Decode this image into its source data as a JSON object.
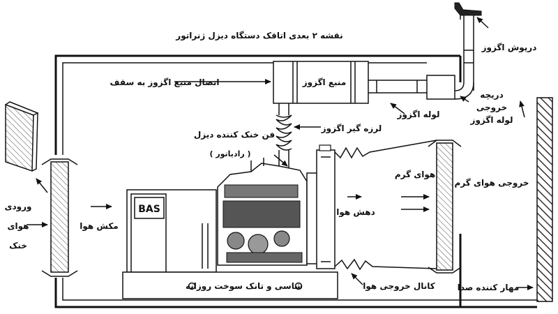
{
  "title": "نقشه ۲ بعدی اتاقک دستگاه دیزل ژنراتور",
  "labels": {
    "rain_cap": "درپوش اگزوز",
    "exhaust_damper_1": "دریچه",
    "exhaust_damper_2": "خروجی",
    "exhaust_damper_3": "لوله اگزوز",
    "muffler": "منبع اگزوز",
    "muffler_ceiling": "اتصال منبع اگزوز به سقف",
    "exhaust_pipe": "لوله اگزوز",
    "flex_bellows": "لرزه گیر اگزوز",
    "radiator_1": "فن خنک کننده دیزل",
    "radiator_2": "( رادیاتور )",
    "hot_air": "هوای گرم",
    "hot_air_out": "خروجی هوای گرم",
    "air_blow": "دهش هوا",
    "air_intake": "مکش هوا",
    "cool_in_1": "ورودی",
    "cool_in_2": "هوای",
    "cool_in_3": "خنک",
    "chassis": "شاسی و تانک سوخت روزانه",
    "air_duct": "کانال خروجی هوا",
    "silencer": "مهار کننده صدا"
  },
  "brand": "BAS",
  "colors": {
    "ink": "#111111",
    "paper": "#ffffff",
    "hatch": "#333333"
  }
}
